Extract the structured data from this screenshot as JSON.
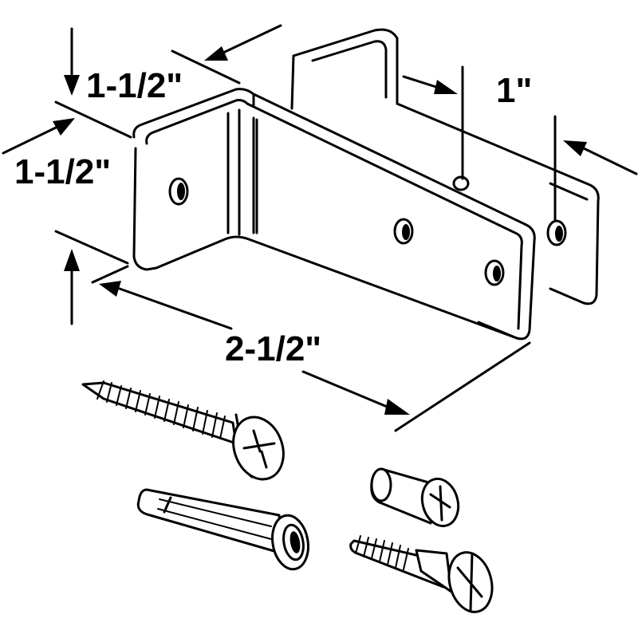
{
  "diagram": {
    "dimensions": {
      "flange_width": "1-1/2\"",
      "flange_height": "1-1/2\"",
      "slot_gap": "1\"",
      "length": "2-1/2\""
    },
    "parts": [
      {
        "icon": "u-channel-bracket-icon"
      },
      {
        "icon": "wood-screw-icon"
      },
      {
        "icon": "wall-anchor-icon"
      },
      {
        "icon": "barrel-nut-icon"
      },
      {
        "icon": "machine-screw-icon"
      }
    ]
  }
}
